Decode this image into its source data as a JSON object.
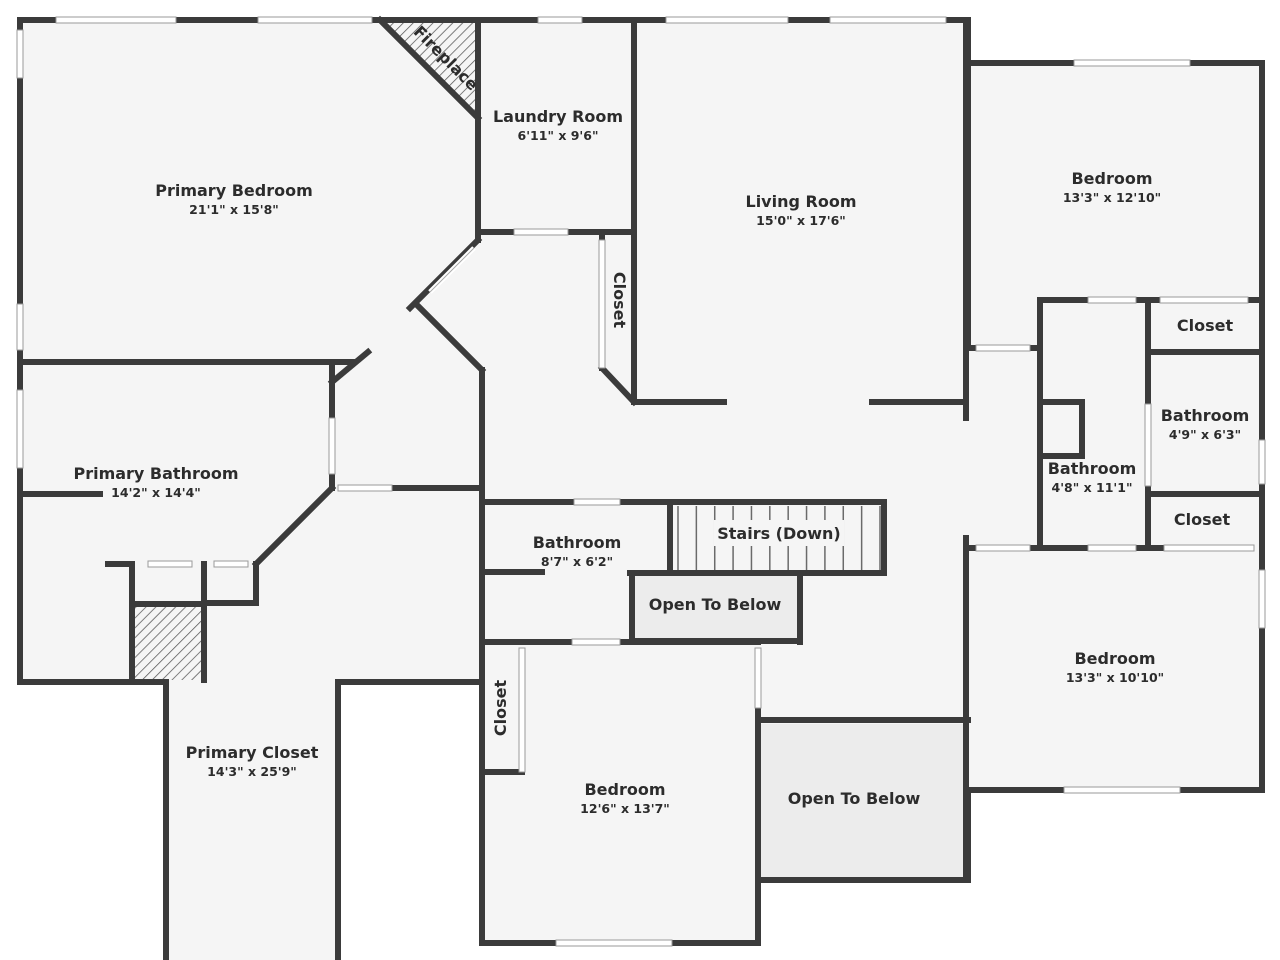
{
  "colors": {
    "wall": "#3b3b3b",
    "floor": "#f5f5f5",
    "open_to_below": "#ececec",
    "background": "#ffffff",
    "text": "#2c2c2c"
  },
  "rooms": {
    "primary_bedroom": {
      "name": "Primary Bedroom",
      "dim": "21'1\" x 15'8\""
    },
    "laundry_room": {
      "name": "Laundry Room",
      "dim": "6'11\" x 9'6\""
    },
    "living_room": {
      "name": "Living Room",
      "dim": "15'0\" x 17'6\""
    },
    "bedroom_ne": {
      "name": "Bedroom",
      "dim": "13'3\" x 12'10\""
    },
    "closet_ne": {
      "name": "Closet"
    },
    "bathroom_e": {
      "name": "Bathroom",
      "dim": "4'9\" x 6'3\""
    },
    "bathroom_c": {
      "name": "Bathroom",
      "dim": "4'8\" x 11'1\""
    },
    "closet_e": {
      "name": "Closet"
    },
    "primary_bathroom": {
      "name": "Primary Bathroom",
      "dim": "14'2\" x 14'4\""
    },
    "bathroom_mid": {
      "name": "Bathroom",
      "dim": "8'7\" x 6'2\""
    },
    "stairs": {
      "name": "Stairs (Down)"
    },
    "open_below_1": {
      "name": "Open To Below"
    },
    "bedroom_se": {
      "name": "Bedroom",
      "dim": "13'3\" x 10'10\""
    },
    "primary_closet": {
      "name": "Primary Closet",
      "dim": "14'3\" x 25'9\""
    },
    "bedroom_s": {
      "name": "Bedroom",
      "dim": "12'6\" x 13'7\""
    },
    "open_below_2": {
      "name": "Open To Below"
    },
    "closet_laundry": {
      "name": "Closet"
    },
    "closet_bedroom_s": {
      "name": "Closet"
    },
    "fireplace": {
      "name": "Fireplace"
    }
  }
}
